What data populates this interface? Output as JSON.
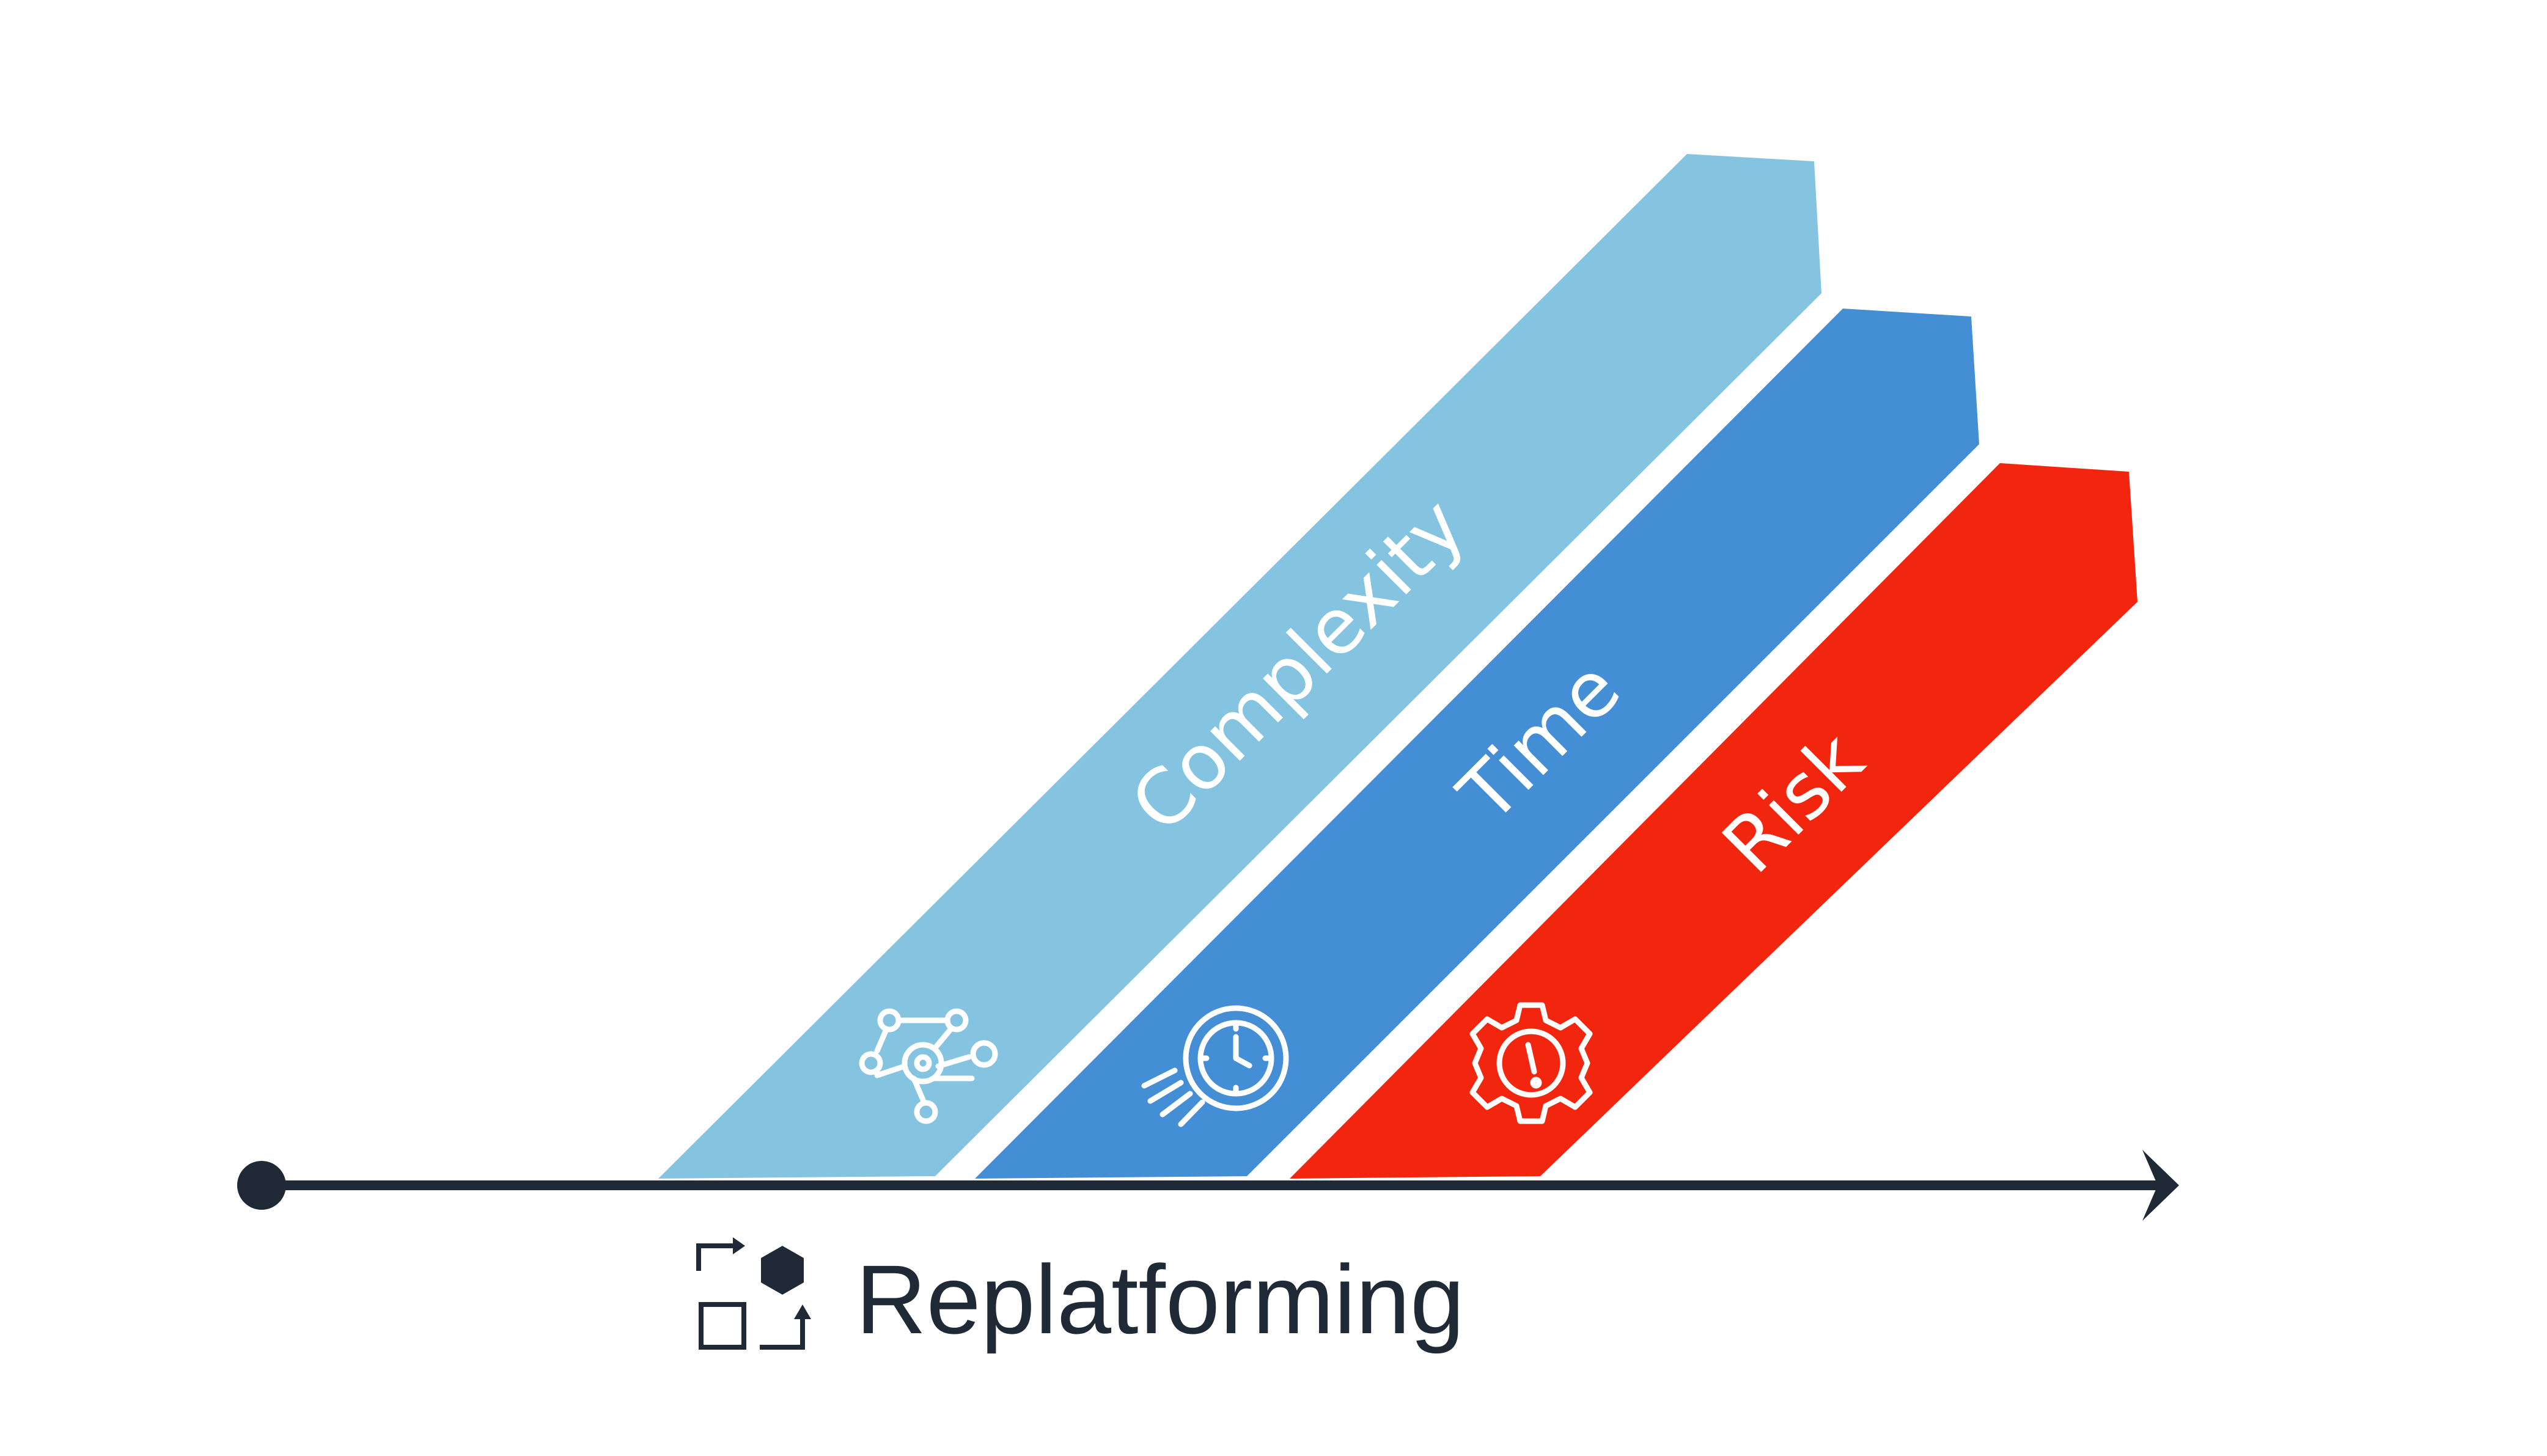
{
  "bands": [
    {
      "label": "Complexity",
      "color": "#85c4e0",
      "icon": "gears-network-icon"
    },
    {
      "label": "Time",
      "color": "#438ed4",
      "icon": "stopwatch-speed-icon"
    },
    {
      "label": "Risk",
      "color": "#f2260f",
      "icon": "gear-warning-icon"
    }
  ],
  "axis": {
    "title": "Replatforming",
    "color": "#1f2a36",
    "icon": "replatform-icon"
  }
}
